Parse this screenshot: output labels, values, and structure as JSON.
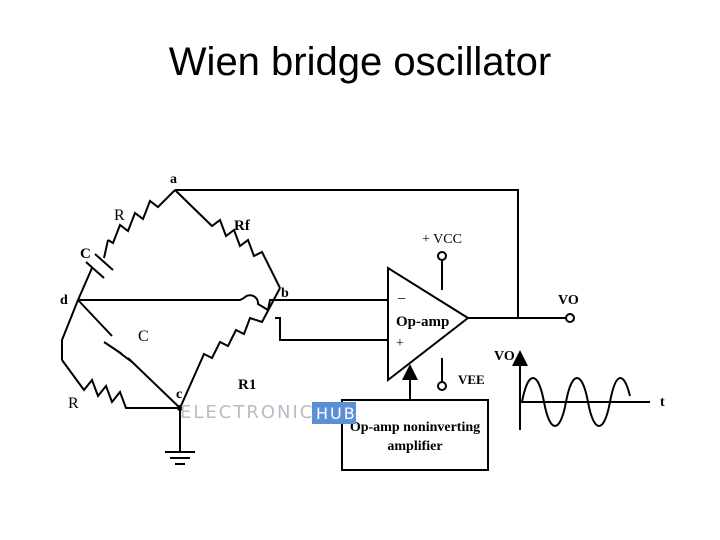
{
  "title": "Wien bridge oscillator",
  "nodes": {
    "a": "a",
    "b": "b",
    "c": "c",
    "d": "d"
  },
  "components": {
    "R_top": "R",
    "Rf": "Rf",
    "C_top": "C",
    "C_bottom": "C",
    "R_bottom": "R",
    "R1": "R1"
  },
  "supply": {
    "vcc": "+ VCC",
    "vee": "VEE"
  },
  "opamp": {
    "label": "Op-amp",
    "minus": "−",
    "plus": "+"
  },
  "output": {
    "vo": "VO",
    "waveform_y": "VO",
    "waveform_x": "t"
  },
  "amplifier_box": {
    "line1": "Op-amp noninverting",
    "line2": "amplifier"
  },
  "watermark": {
    "part1": "ELECTRONICS",
    "part2": "HUB"
  }
}
